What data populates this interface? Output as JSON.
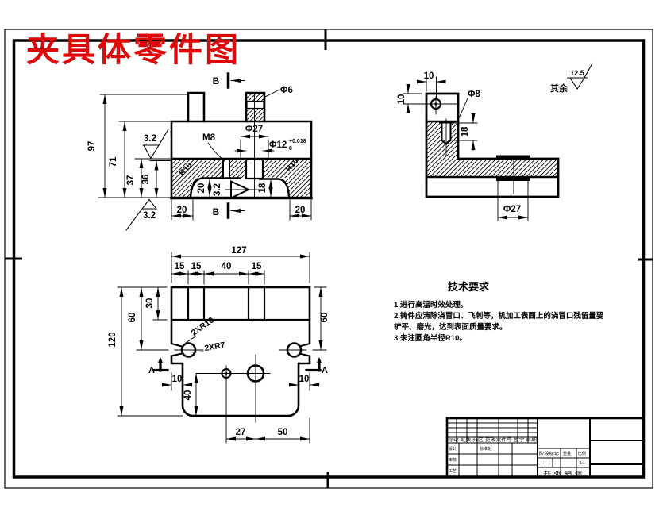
{
  "drawing_title": {
    "text": "夹具体零件图",
    "color": "#dd0808"
  },
  "general_roughness": {
    "prefix": "其余",
    "value": "12.5"
  },
  "views": {
    "front": {
      "dims": {
        "h97": "97",
        "h71": "71",
        "h37": "37",
        "h36": "36",
        "foot_left": "20",
        "foot_right": "20",
        "slot20": "20",
        "slot18": "18",
        "thread": "M8",
        "dia6": "Φ6",
        "dia27": "Φ27",
        "dia12": "Φ12",
        "dia12_tol_upper": "+0.018",
        "dia12_tol_lower": "0",
        "fillet_left": "R10",
        "fillet_right": "R10",
        "rough_top": "3.2",
        "rough_bottom": "3.2",
        "rough_slot": "3.2",
        "section_label": "B"
      }
    },
    "side": {
      "dims": {
        "w10": "10",
        "h10": "10",
        "depth18": "18",
        "dia8": "Φ8",
        "dia27": "Φ27"
      }
    },
    "top": {
      "dims": {
        "w127": "127",
        "s15a": "15",
        "s15b": "15",
        "s40": "40",
        "s15c": "15",
        "h30": "30",
        "h60_left": "60",
        "h60_right": "60",
        "h120": "120",
        "w10_left": "10",
        "w10_right": "10",
        "h40": "40",
        "w27": "27",
        "w50": "50",
        "notch_r10": "2XR10",
        "notch_r7": "2XR7",
        "section_label": "A"
      }
    }
  },
  "tech_requirements": {
    "title": "技术要求",
    "items": [
      "1.进行高温时效处理。",
      "2.铸件应清除浇冒口、飞刺等，机加工表面上的浇冒口残留量要",
      "铲平、磨光，达到表面质量要求。",
      "3.未注圆角半径R10。"
    ]
  },
  "title_block": {
    "revision_header": "标记 处数 分区 更改文件号 签字 日期",
    "design": "设计",
    "standardization": "标准化",
    "audit": "审核",
    "process": "工艺",
    "stage_mark": "阶段标记",
    "weight": "重量",
    "scale_label": "比例",
    "scale_value": "1:1",
    "sheet_info": "共 张 第 张"
  }
}
